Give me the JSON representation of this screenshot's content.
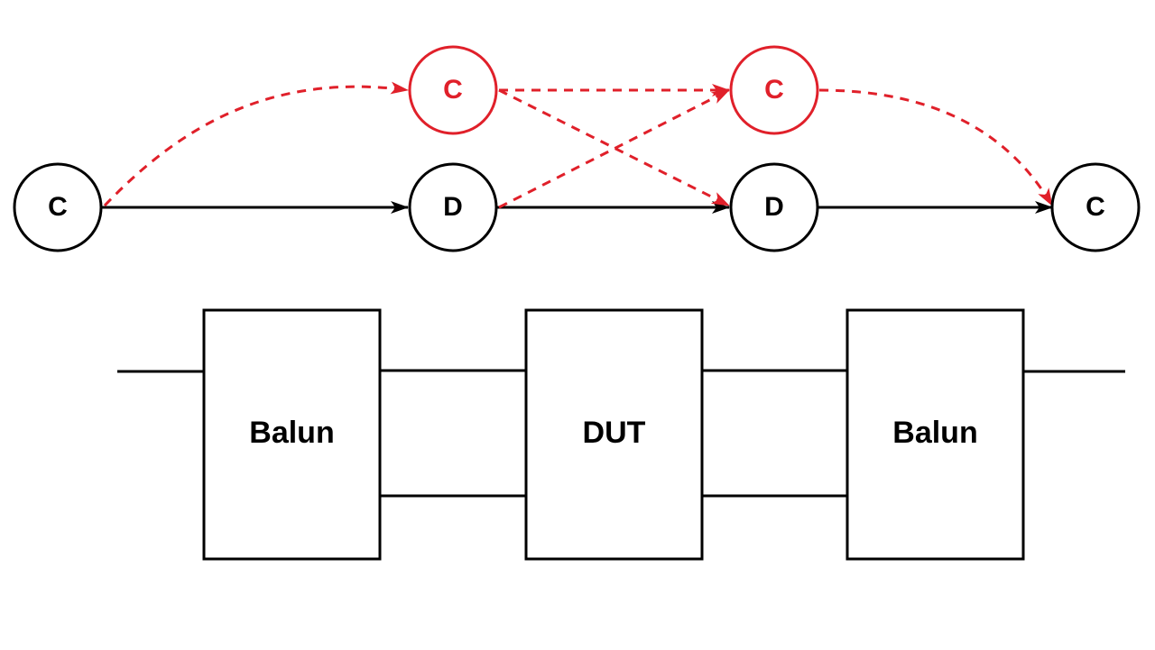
{
  "colors": {
    "primary": "#000000",
    "alternate": "#e0202a",
    "background": "#ffffff"
  },
  "flow_diagram": {
    "nodes": [
      {
        "id": "n1",
        "label": "C",
        "row": "main"
      },
      {
        "id": "n2",
        "label": "D",
        "row": "main"
      },
      {
        "id": "n3",
        "label": "D",
        "row": "main"
      },
      {
        "id": "n4",
        "label": "C",
        "row": "main"
      },
      {
        "id": "a1",
        "label": "C",
        "row": "alternate"
      },
      {
        "id": "a2",
        "label": "C",
        "row": "alternate"
      }
    ],
    "edges": [
      {
        "from": "n1",
        "to": "n2",
        "style": "solid"
      },
      {
        "from": "n2",
        "to": "n3",
        "style": "solid"
      },
      {
        "from": "n3",
        "to": "n4",
        "style": "solid"
      },
      {
        "from": "n1",
        "to": "a1",
        "style": "dashed"
      },
      {
        "from": "a1",
        "to": "a2",
        "style": "dashed"
      },
      {
        "from": "a1",
        "to": "n3",
        "style": "dashed"
      },
      {
        "from": "n2",
        "to": "a2",
        "style": "dashed"
      },
      {
        "from": "a2",
        "to": "n4",
        "style": "dashed"
      }
    ]
  },
  "block_diagram": {
    "blocks": [
      {
        "id": "b1",
        "label": "Balun"
      },
      {
        "id": "b2",
        "label": "DUT"
      },
      {
        "id": "b3",
        "label": "Balun"
      }
    ]
  }
}
